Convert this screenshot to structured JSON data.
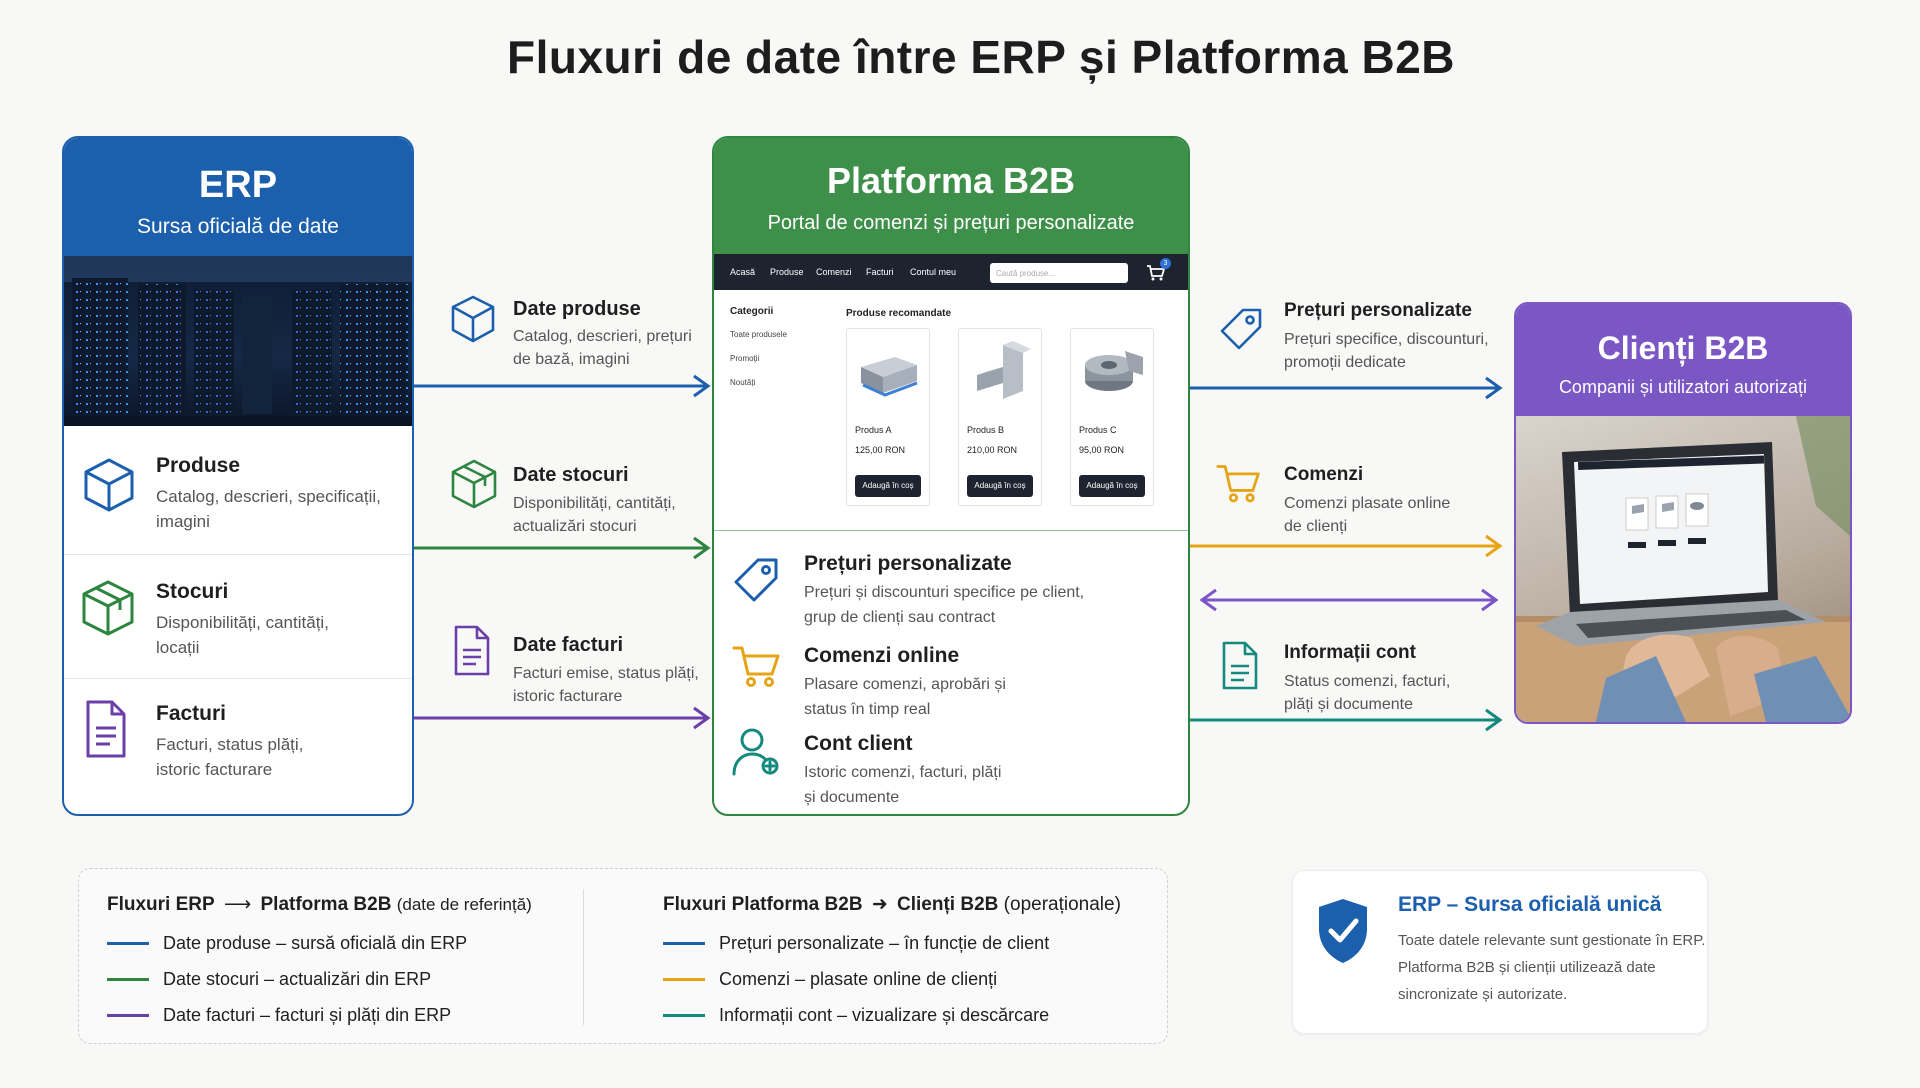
{
  "title": "Fluxuri de date între ERP și Platforma B2B",
  "colors": {
    "blue": "#1b5fad",
    "green": "#2e8540",
    "purple": "#6a3fa8",
    "violet": "#7b57c5",
    "orange": "#e6a415",
    "teal": "#138a7d"
  },
  "erp": {
    "title": "ERP",
    "subtitle": "Sursa oficială de date",
    "items": [
      {
        "title": "Produse",
        "desc1": "Catalog, descrieri, specificații,",
        "desc2": "imagini"
      },
      {
        "title": "Stocuri",
        "desc1": "Disponibilități, cantități,",
        "desc2": "locații"
      },
      {
        "title": "Facturi",
        "desc1": "Facturi, status plăți,",
        "desc2": "istoric facturare"
      }
    ]
  },
  "flows_left": [
    {
      "title": "Date produse",
      "desc1": "Catalog, descrieri, prețuri",
      "desc2": "de bază, imagini"
    },
    {
      "title": "Date stocuri",
      "desc1": "Disponibilități, cantități,",
      "desc2": "actualizări stocuri"
    },
    {
      "title": "Date facturi",
      "desc1": "Facturi emise, status plăți,",
      "desc2": "istoric facturare"
    }
  ],
  "b2b": {
    "title": "Platforma B2B",
    "subtitle": "Portal de comenzi și prețuri personalizate",
    "nav": [
      "Acasă",
      "Produse",
      "Comenzi",
      "Facturi",
      "Contul meu"
    ],
    "search_placeholder": "Caută produse...",
    "cart_count": "3",
    "categories_title": "Categorii",
    "categories": [
      "Toate produsele",
      "Promoții",
      "Noutăți"
    ],
    "recommended_title": "Produse recomandate",
    "products": [
      {
        "name": "Produs A",
        "price": "125,00 RON",
        "button": "Adaugă în coș"
      },
      {
        "name": "Produs B",
        "price": "210,00 RON",
        "button": "Adaugă în coș"
      },
      {
        "name": "Produs C",
        "price": "95,00 RON",
        "button": "Adaugă în coș"
      }
    ],
    "features": [
      {
        "title": "Prețuri personalizate",
        "desc1": "Prețuri și discounturi specifice pe client,",
        "desc2": "grup de clienți sau contract"
      },
      {
        "title": "Comenzi online",
        "desc1": "Plasare comenzi, aprobări și",
        "desc2": "status în timp real"
      },
      {
        "title": "Cont client",
        "desc1": "Istoric comenzi, facturi, plăți",
        "desc2": "și documente"
      }
    ]
  },
  "flows_right": [
    {
      "title": "Prețuri personalizate",
      "desc1": "Prețuri specifice, discounturi,",
      "desc2": "promoții dedicate"
    },
    {
      "title": "Comenzi",
      "desc1": "Comenzi plasate online",
      "desc2": "de clienți"
    },
    {
      "title": "Informații cont",
      "desc1": "Status comenzi, facturi,",
      "desc2": "plăți și documente"
    }
  ],
  "clients": {
    "title": "Clienți B2B",
    "subtitle": "Companii și utilizatori autorizați"
  },
  "legend": {
    "left_title_a": "Fluxuri ERP",
    "left_title_b": "Platforma B2B",
    "left_title_c": "(date de referință)",
    "left_items": [
      {
        "bold": "Date produse",
        "rest": " – sursă oficială din ERP"
      },
      {
        "bold": "Date stocuri",
        "rest": " – actualizări din ERP"
      },
      {
        "bold": "Date facturi",
        "rest": " – facturi și plăți din ERP"
      }
    ],
    "right_title_a": "Fluxuri Platforma B2B",
    "right_title_b": "Clienți B2B",
    "right_title_c": "(operaționale)",
    "right_items": [
      {
        "bold": "Prețuri personalizate",
        "rest": " – în funcție de client"
      },
      {
        "bold": "Comenzi",
        "rest": " – plasate online de clienți"
      },
      {
        "bold": "Informații cont",
        "rest": " – vizualizare și descărcare"
      }
    ]
  },
  "note": {
    "title": "ERP – Sursa oficială unică",
    "line1": "Toate datele relevante sunt gestionate în ERP.",
    "line2": "Platforma B2B și clienții utilizează date",
    "line3": "sincronizate și autorizate."
  }
}
